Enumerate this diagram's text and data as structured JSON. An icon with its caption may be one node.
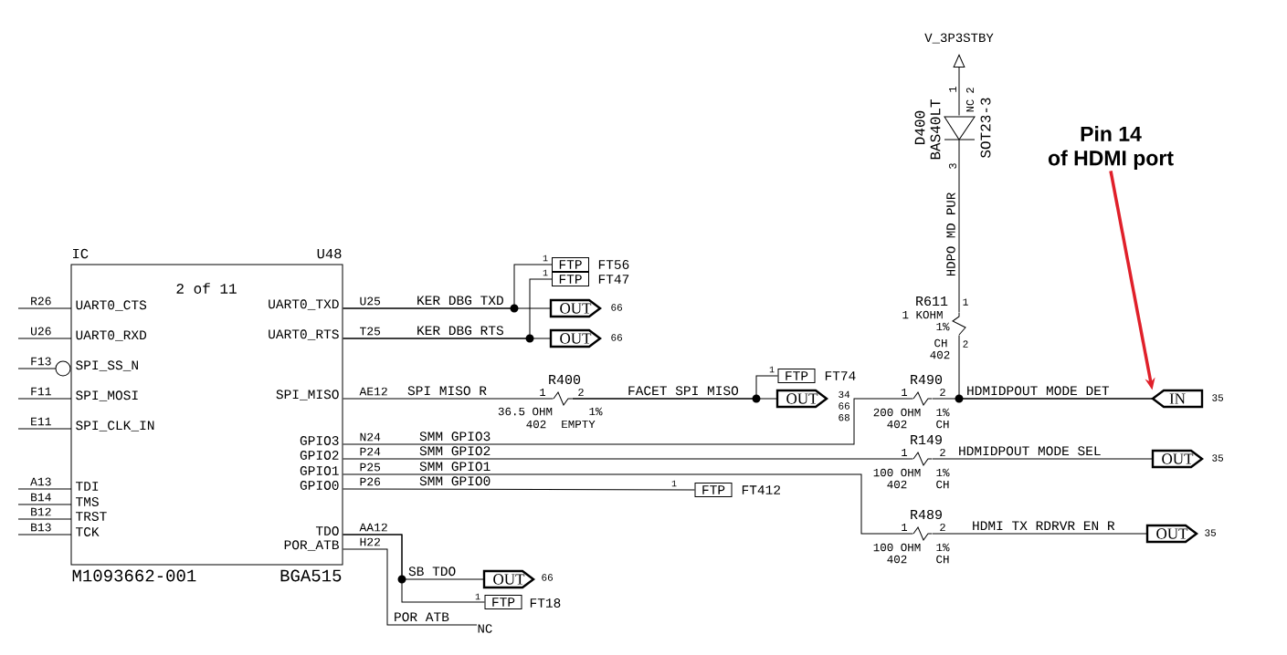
{
  "diagram": {
    "nodes": [
      {
        "text": [
          "IC",
          "U48",
          "2 of 11",
          "UART0_CTS",
          "UART0_RXD",
          "SPI_SS_N",
          "SPI_MOSI",
          "SPI_CLK_IN",
          "TDI",
          "TMS",
          "TRST",
          "TCK",
          "UART0_TXD",
          "UART0_RTS",
          "SPI_MISO",
          "GPIO3",
          "GPIO2",
          "GPIO1",
          "GPIO0",
          "TDO",
          "POR_ATB",
          "M1093662-001",
          "BGA515"
        ]
      },
      {
        "text": [
          "FTP"
        ],
        "beside": [
          "1",
          "FT56"
        ]
      },
      {
        "text": [
          "FTP"
        ],
        "beside": [
          "1",
          "FT47"
        ]
      },
      {
        "text": [
          "OUT"
        ],
        "beside": [
          "66"
        ]
      },
      {
        "text": [
          "OUT"
        ],
        "beside": [
          "66"
        ]
      },
      {
        "text": [],
        "shape": "resistor",
        "beside": [
          "R400",
          "1",
          "2",
          "36.5 OHM",
          "1%",
          "402",
          "EMPTY"
        ]
      },
      {
        "text": [
          "FTP"
        ],
        "beside": [
          "1",
          "FT74"
        ]
      },
      {
        "text": [
          "OUT"
        ],
        "beside": [
          "34 66 68"
        ]
      },
      {
        "text": [],
        "shape": "resistor",
        "beside": [
          "R490",
          "1",
          "2",
          "200 OHM",
          "402",
          "1%",
          "CH"
        ]
      },
      {
        "text": [],
        "shape": "resistor",
        "beside": [
          "R611",
          "1 KOHM",
          "1%",
          "CH",
          "402",
          "1",
          "2"
        ]
      },
      {
        "text": [],
        "shape": "diode",
        "beside": [
          "D400",
          "BAS40LT",
          "1",
          "NC",
          "2",
          "SOT23-3",
          "3"
        ]
      },
      {
        "text": [
          "V_3P3STBY"
        ]
      },
      {
        "text": [
          "IN"
        ],
        "beside": [
          "35"
        ]
      },
      {
        "text": [],
        "shape": "resistor",
        "beside": [
          "R149",
          "1",
          "2",
          "100 OHM",
          "402",
          "1%",
          "CH"
        ]
      },
      {
        "text": [
          "OUT"
        ],
        "beside": [
          "35"
        ]
      },
      {
        "text": [
          "FTP"
        ],
        "beside": [
          "1",
          "FT412"
        ]
      },
      {
        "text": [],
        "shape": "resistor",
        "beside": [
          "R489",
          "1",
          "2",
          "100 OHM",
          "402",
          "1%",
          "CH"
        ]
      },
      {
        "text": [
          "OUT"
        ],
        "beside": [
          "35"
        ]
      },
      {
        "text": [
          "OUT"
        ],
        "beside": [
          "66"
        ]
      },
      {
        "text": [
          "FTP"
        ],
        "beside": [
          "1",
          "FT18"
        ]
      },
      {
        "text": [
          "NC"
        ]
      },
      {
        "text": [
          "Pin 14",
          "of HDMI port"
        ]
      }
    ],
    "edges": [
      {
        "from": 0,
        "to": 3,
        "arrow": "none",
        "label": "KER DBG TXD"
      },
      {
        "from": 0,
        "to": 1,
        "arrow": "none"
      },
      {
        "from": 0,
        "to": 4,
        "arrow": "none",
        "label": "KER DBG RTS"
      },
      {
        "from": 0,
        "to": 2,
        "arrow": "none"
      },
      {
        "from": 0,
        "to": 5,
        "arrow": "none",
        "label": "SPI MISO R"
      },
      {
        "from": 5,
        "to": 7,
        "arrow": "none",
        "label": "FACET SPI MISO"
      },
      {
        "from": 5,
        "to": 6,
        "arrow": "none"
      },
      {
        "from": 0,
        "to": 8,
        "arrow": "none",
        "label": "SMM GPIO3"
      },
      {
        "from": 8,
        "to": 12,
        "arrow": "none",
        "label": "HDMIDPOUT MODE DET"
      },
      {
        "from": 9,
        "to": 12,
        "arrow": "none"
      },
      {
        "from": 10,
        "to": 9,
        "arrow": "none",
        "label": "HDPO MD PUR"
      },
      {
        "from": 10,
        "to": 11,
        "arrow": "to"
      },
      {
        "from": 0,
        "to": 13,
        "arrow": "none",
        "label": "SMM GPIO2"
      },
      {
        "from": 13,
        "to": 14,
        "arrow": "none",
        "label": "HDMIDPOUT MODE SEL"
      },
      {
        "from": 0,
        "to": 16,
        "arrow": "none",
        "label": "SMM GPIO1"
      },
      {
        "from": 16,
        "to": 17,
        "arrow": "none",
        "label": "HDMI TX RDRVR EN R"
      },
      {
        "from": 0,
        "to": 15,
        "arrow": "none",
        "label": "SMM GPIO0"
      },
      {
        "from": 0,
        "to": 18,
        "arrow": "none",
        "label": "SB TDO"
      },
      {
        "from": 0,
        "to": 19,
        "arrow": "none"
      },
      {
        "from": 0,
        "to": 20,
        "arrow": "none",
        "label": "POR ATB"
      },
      {
        "from": 21,
        "to": 12,
        "arrow": "to",
        "style": "thick",
        "color": "#e0202a"
      }
    ],
    "labels": [
      "R26",
      "U26",
      "F13",
      "F11",
      "E11",
      "A13",
      "B14",
      "B12",
      "B13",
      "U25",
      "T25",
      "AE12",
      "N24",
      "P24",
      "P25",
      "P26",
      "AA12",
      "H22"
    ]
  }
}
